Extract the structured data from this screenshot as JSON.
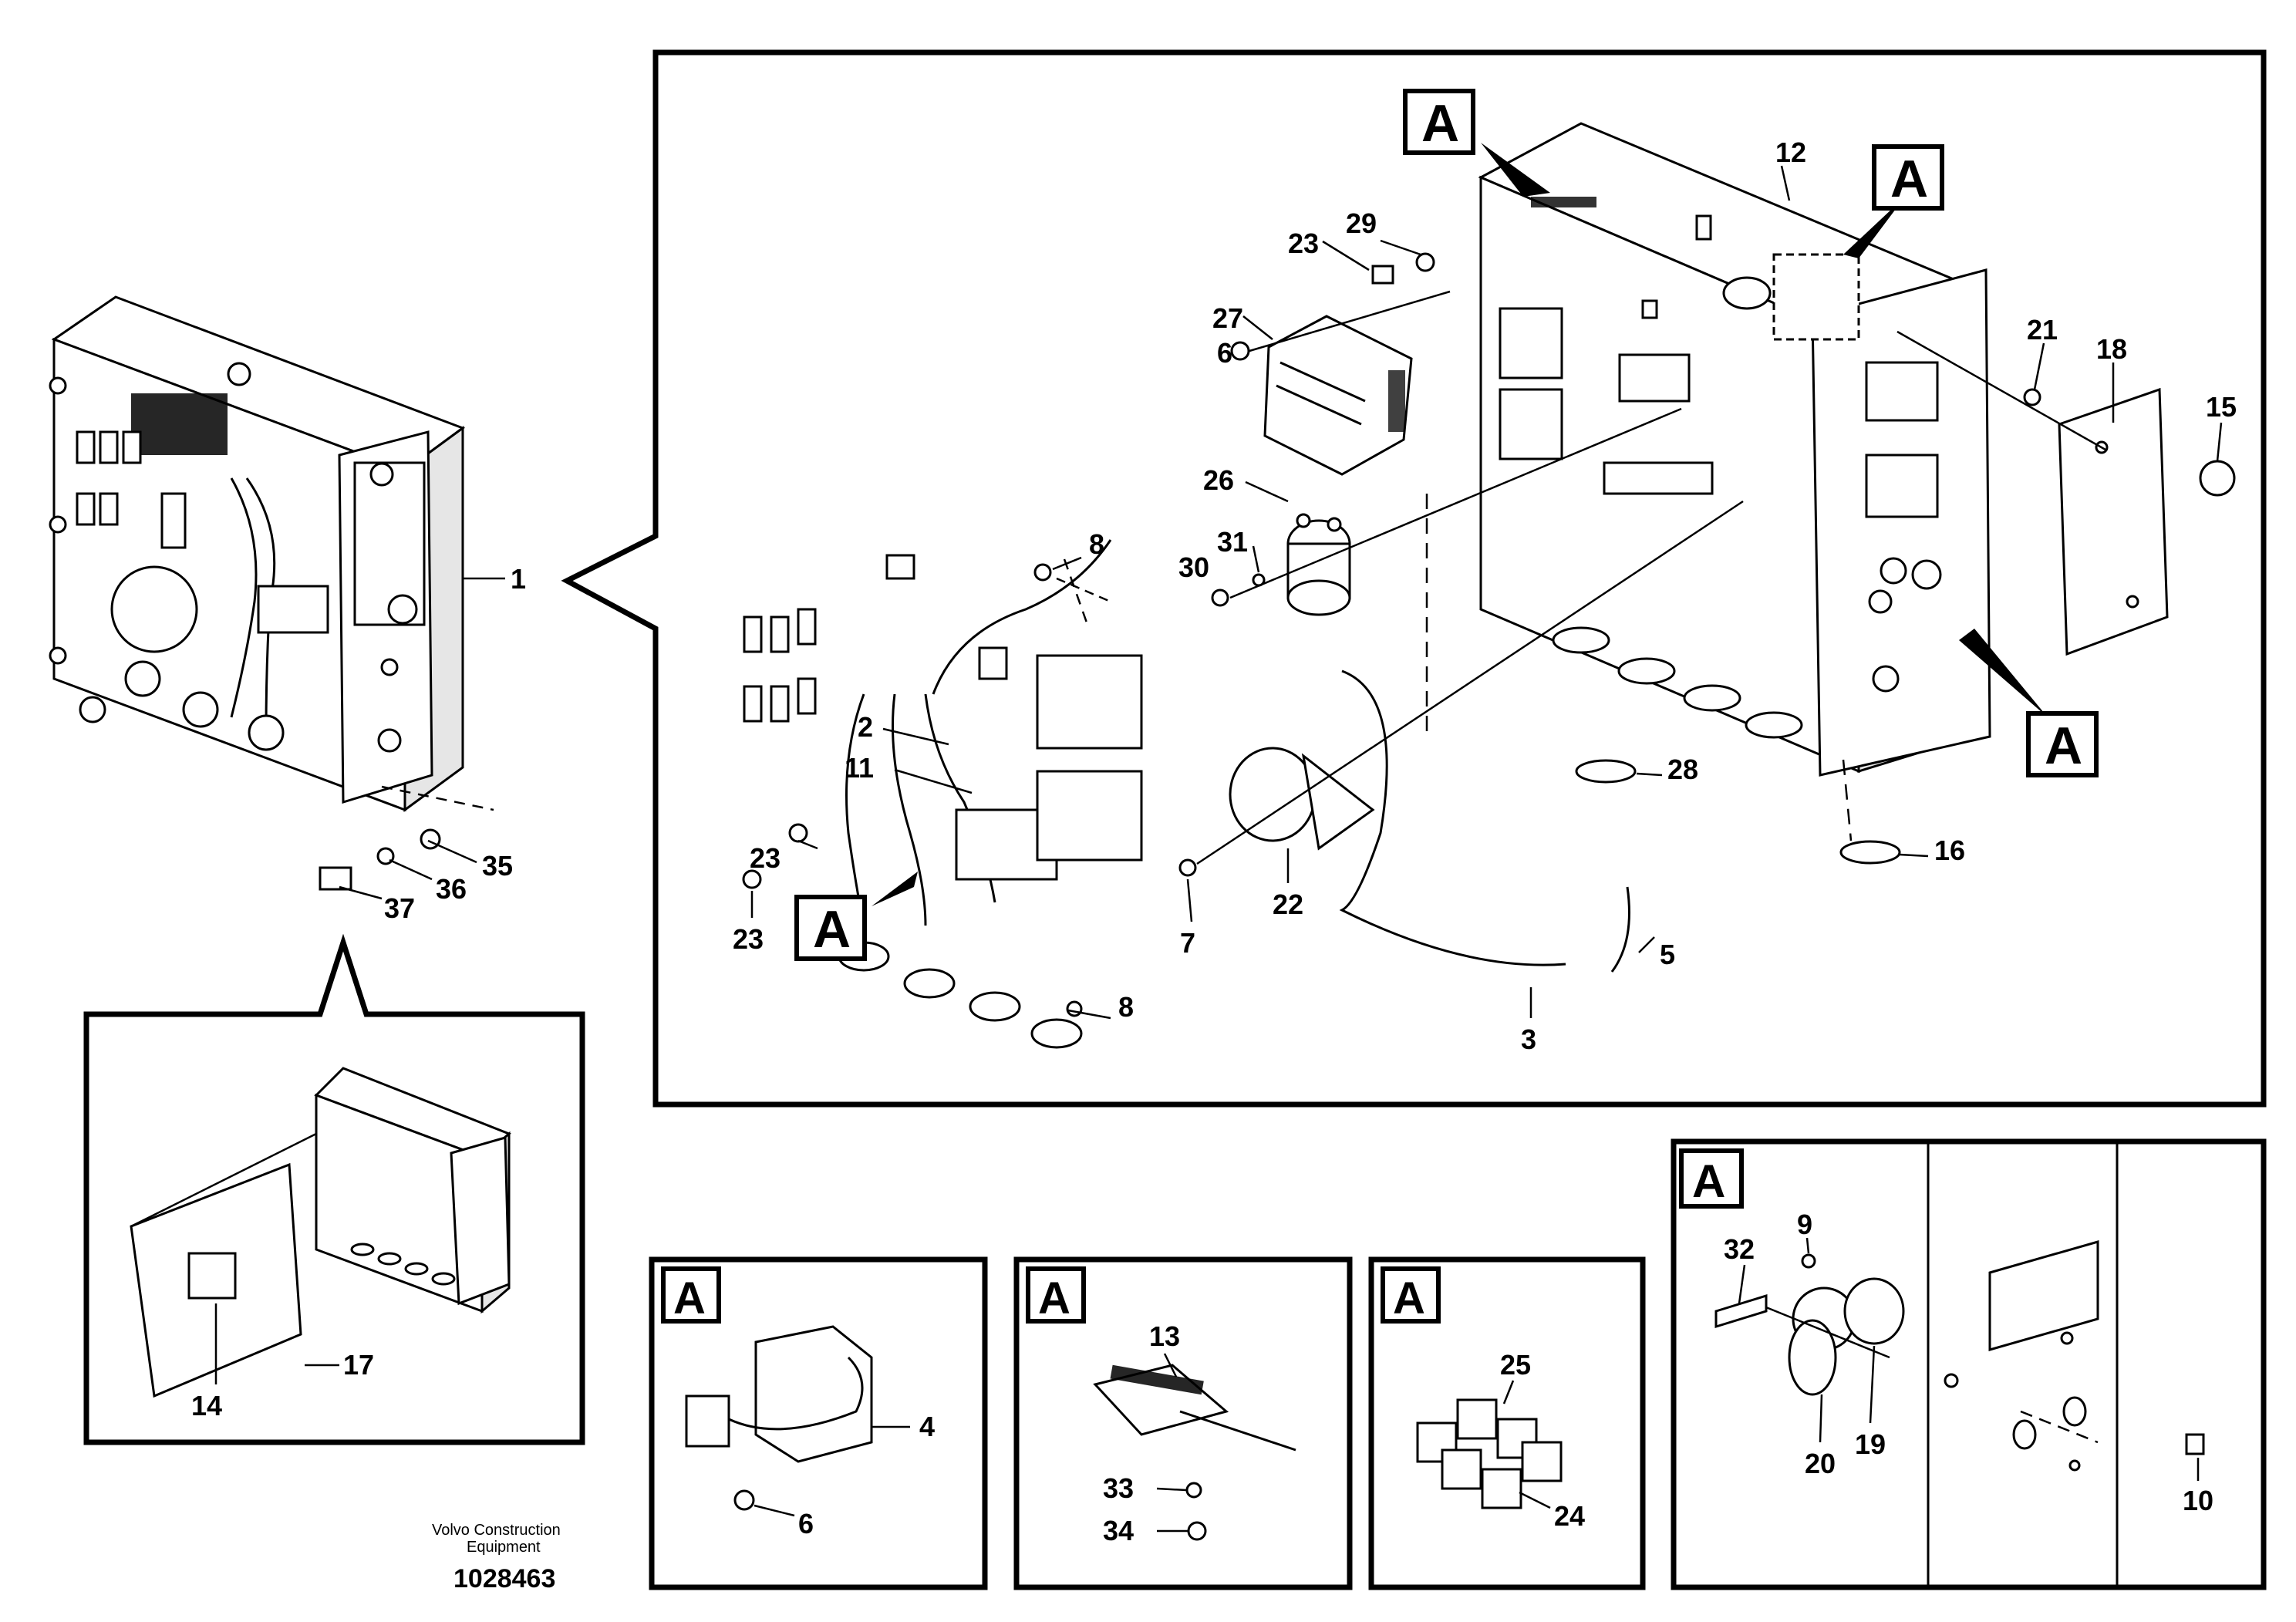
{
  "callouts": {
    "main": [
      "12",
      "29",
      "23",
      "27",
      "6",
      "26",
      "8",
      "31",
      "30",
      "2",
      "11",
      "23",
      "23",
      "7",
      "22",
      "28",
      "16",
      "21",
      "18",
      "15",
      "5",
      "3",
      "8"
    ],
    "left": [
      "1",
      "35",
      "36",
      "37"
    ],
    "inset_cabinet": [
      "14",
      "17"
    ],
    "detail_a1": [
      "4",
      "6"
    ],
    "detail_a2": [
      "13",
      "33",
      "34"
    ],
    "detail_a3": [
      "25",
      "24"
    ],
    "detail_a4": [
      "9",
      "32",
      "20",
      "19",
      "10"
    ]
  },
  "detail_marker": "A",
  "credit": {
    "line1": "Volvo Construction",
    "line2": "Equipment",
    "drawing_number": "1028463"
  }
}
